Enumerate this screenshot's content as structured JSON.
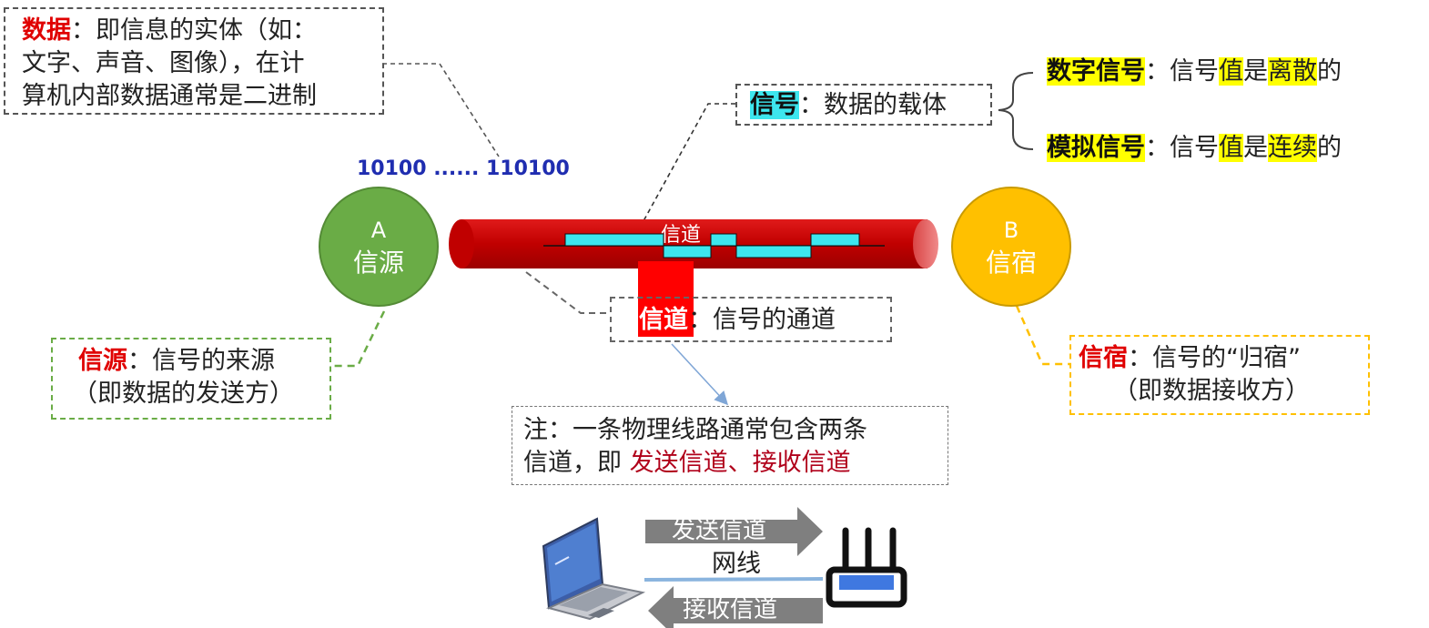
{
  "data_box": {
    "term": "数据",
    "line1_rest": "：即信息的实体（如：",
    "line2": "文字、声音、图像），在计",
    "line3": "算机内部数据通常是二进制"
  },
  "bits_label": "10100 ...... 110100",
  "signal_box": {
    "term": "信号",
    "rest": "：数据的载体"
  },
  "digital_signal": {
    "term": "数字信号",
    "p1": "：信号",
    "w1": "值",
    "p2": "是",
    "w2": "离散",
    "p3": "的"
  },
  "analog_signal": {
    "term": "模拟信号",
    "p1": "：信号",
    "w1": "值",
    "p2": "是",
    "w2": "连续",
    "p3": "的"
  },
  "source_node": {
    "letter": "A",
    "name": "信源"
  },
  "sink_node": {
    "letter": "B",
    "name": "信宿"
  },
  "pipe_label": "信道",
  "channel_box": {
    "term": "信道",
    "rest": "：信号的通道"
  },
  "source_box": {
    "term": "信源",
    "rest": "：信号的来源",
    "line2": "（即数据的发送方）"
  },
  "sink_box": {
    "term": "信宿",
    "rest": "：信号的“归宿”",
    "line2": "（即数据接收方）"
  },
  "note_box": {
    "line1": "注：一条物理线路通常包含两条",
    "line2_prefix": "信道，即 ",
    "line2_red": "发送信道、接收信道"
  },
  "send_arrow_label": "发送信道",
  "cable_label": "网线",
  "receive_arrow_label": "接收信道",
  "colors": {
    "source_green": "#6aac46",
    "sink_yellow": "#ffc000",
    "pipe_red": "#c00000",
    "signal_cyan": "#3de6ee",
    "keyword_red": "#e00000",
    "highlight_yellow": "#ffff00",
    "bits_blue": "#1f2db0",
    "arrow_gray": "#7f7f7f"
  },
  "icons": [
    "laptop-icon",
    "router-icon"
  ]
}
